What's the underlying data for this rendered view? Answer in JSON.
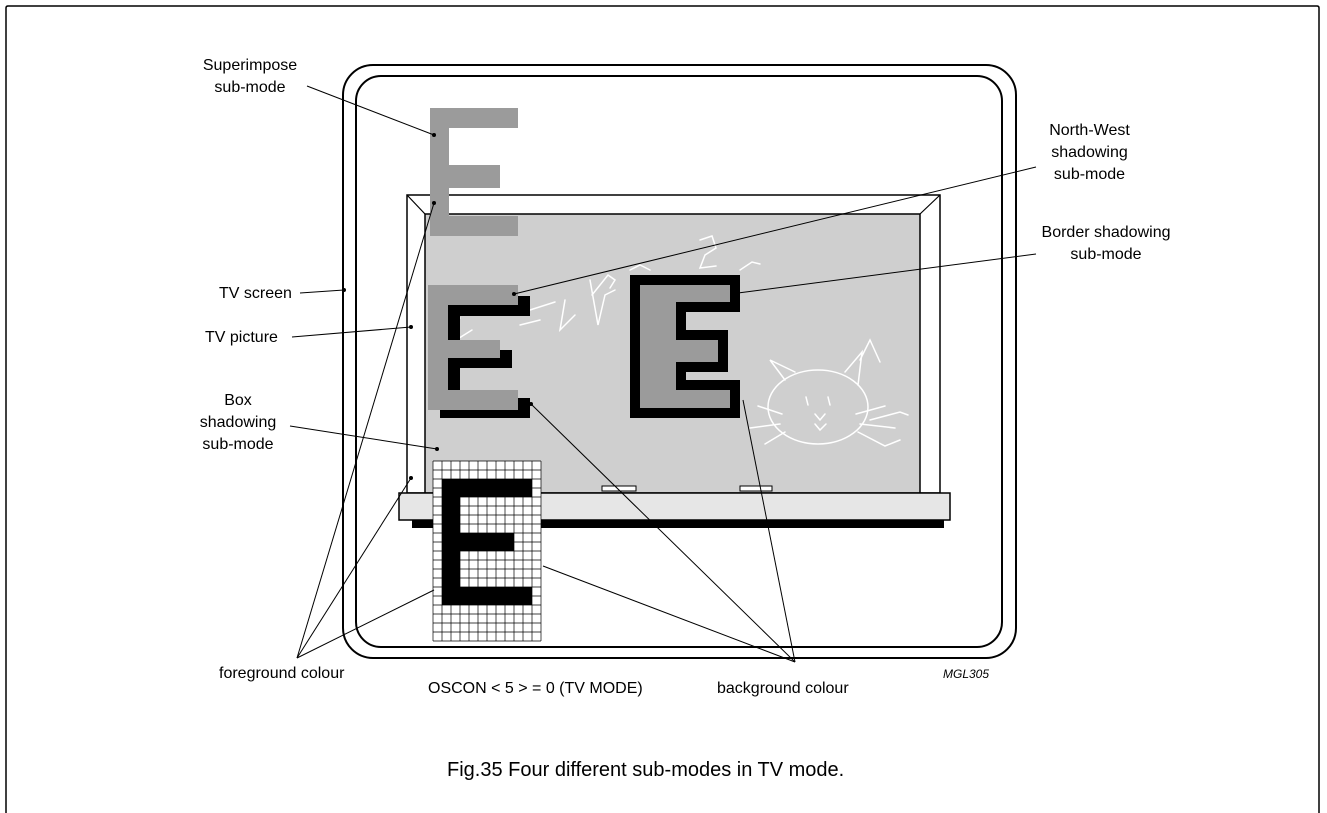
{
  "labels": {
    "superimpose": [
      "Superimpose",
      "sub-mode"
    ],
    "tv_screen": "TV screen",
    "tv_picture": "TV picture",
    "box_shadowing": [
      "Box",
      "shadowing",
      "sub-mode"
    ],
    "north_west": [
      "North-West",
      "shadowing",
      "sub-mode"
    ],
    "border_shadowing": [
      "Border shadowing",
      "sub-mode"
    ],
    "foreground_colour": "foreground colour",
    "background_colour": "background colour",
    "oscon": "OSCON < 5 > = 0 (TV MODE)",
    "figure_code": "MGL305"
  },
  "caption": "Fig.35  Four different sub-modes in TV mode.",
  "colors": {
    "stroke": "#000000",
    "picture_fill": "#cfcfcf",
    "letter_grey": "#9b9b9b",
    "ledge_fill": "#e6e6e6",
    "doodle": "#ffffff"
  }
}
